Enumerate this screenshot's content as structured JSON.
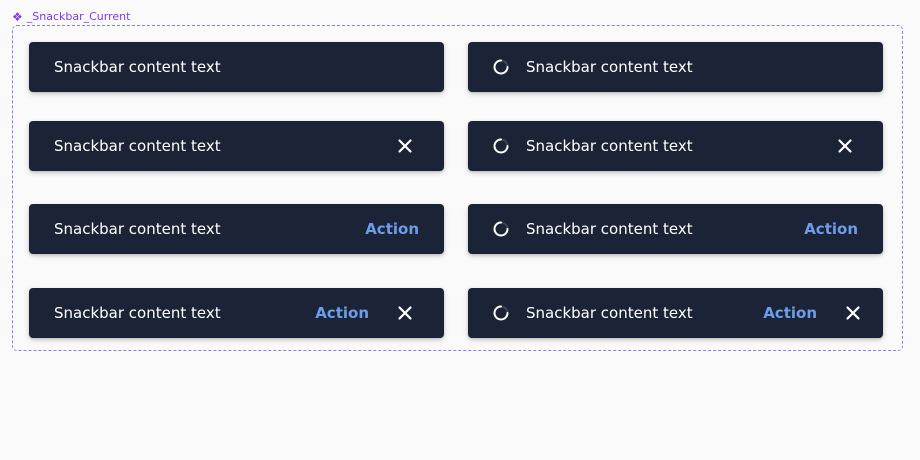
{
  "frame": {
    "label": "_Snackbar_Current",
    "label_icon": "component-icon"
  },
  "colors": {
    "snackbar_bg": "#1a2436",
    "action": "#6f9ce8",
    "frame_border": "#8b7cf6",
    "frame_label": "#7c3aed"
  },
  "snackbars": [
    {
      "text": "Snackbar content text"
    },
    {
      "text": "Snackbar content text",
      "icon": "loading-spinner-icon"
    },
    {
      "text": "Snackbar content text",
      "dismiss_icon": "close-icon"
    },
    {
      "text": "Snackbar content text",
      "icon": "loading-spinner-icon",
      "dismiss_icon": "close-icon"
    },
    {
      "text": "Snackbar content text",
      "action": "Action"
    },
    {
      "text": "Snackbar content text",
      "icon": "loading-spinner-icon",
      "action": "Action"
    },
    {
      "text": "Snackbar content text",
      "action": "Action",
      "dismiss_icon": "close-icon"
    },
    {
      "text": "Snackbar content text",
      "icon": "loading-spinner-icon",
      "action": "Action",
      "dismiss_icon": "close-icon"
    }
  ]
}
